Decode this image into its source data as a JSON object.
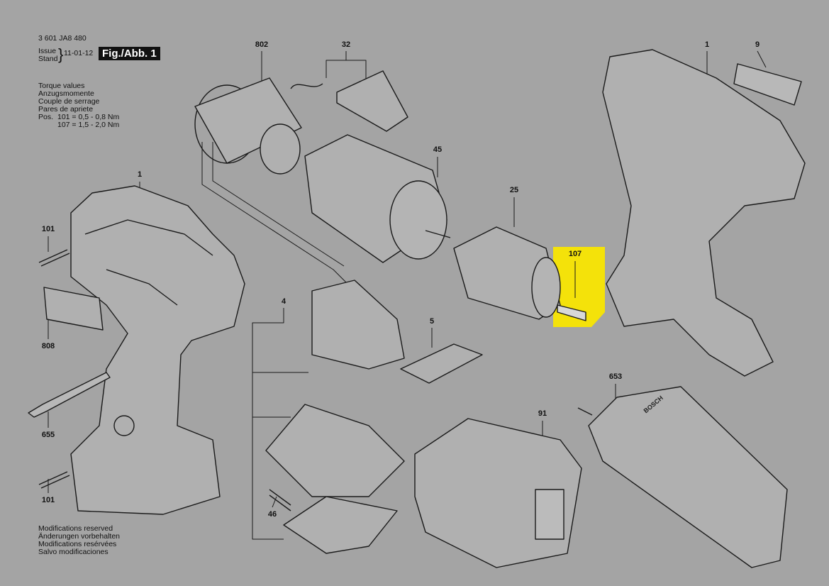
{
  "header": {
    "doc_number": "3 601 JA8 480",
    "issue_label": "Issue",
    "stand_label": "Stand",
    "date": "11-01-12",
    "figure": "Fig./Abb. 1"
  },
  "torque": {
    "lines": [
      "Torque values",
      "Anzugsmomente",
      "Couple de serrage",
      "Pares de apriete"
    ],
    "pos_label": "Pos.",
    "row1": "101 =  0,5 - 0,8 Nm",
    "row2": "107 =  1,5 - 2,0 Nm"
  },
  "footer": {
    "lines": [
      "Modifications reserved",
      "Änderungen vorbehalten",
      "Modifications resérvées",
      "Salvo modificaciones"
    ]
  },
  "parts": {
    "p802": "802",
    "p32": "32",
    "p1_right": "1",
    "p9": "9",
    "p1_left": "1",
    "p45": "45",
    "p25": "25",
    "p101_top": "101",
    "p107": "107",
    "p4": "4",
    "p5": "5",
    "p808": "808",
    "p653": "653",
    "p91": "91",
    "p655": "655",
    "p46": "46",
    "p101_bottom": "101"
  },
  "charger_brand": "BOSCH",
  "colors": {
    "background": "#a4a4a4",
    "highlight": "#f4e20a",
    "line": "#1a1a1a"
  }
}
